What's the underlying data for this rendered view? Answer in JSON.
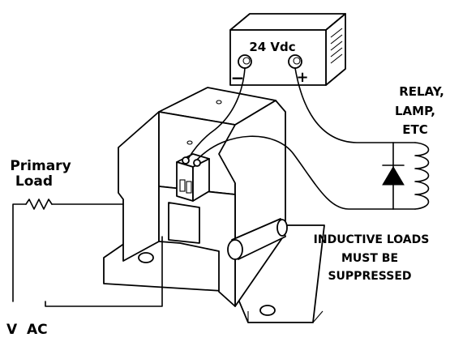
{
  "supply": {
    "label": "24 Vdc",
    "neg": "−",
    "pos": "+"
  },
  "load_note": {
    "line1": "RELAY,",
    "line2": "LAMP,",
    "line3": "ETC"
  },
  "primary": {
    "line1": "Primary",
    "line2": "Load"
  },
  "vac": "V  AC",
  "warning": {
    "line1": "INDUCTIVE LOADS",
    "line2": "MUST BE",
    "line3": "SUPPRESSED"
  }
}
